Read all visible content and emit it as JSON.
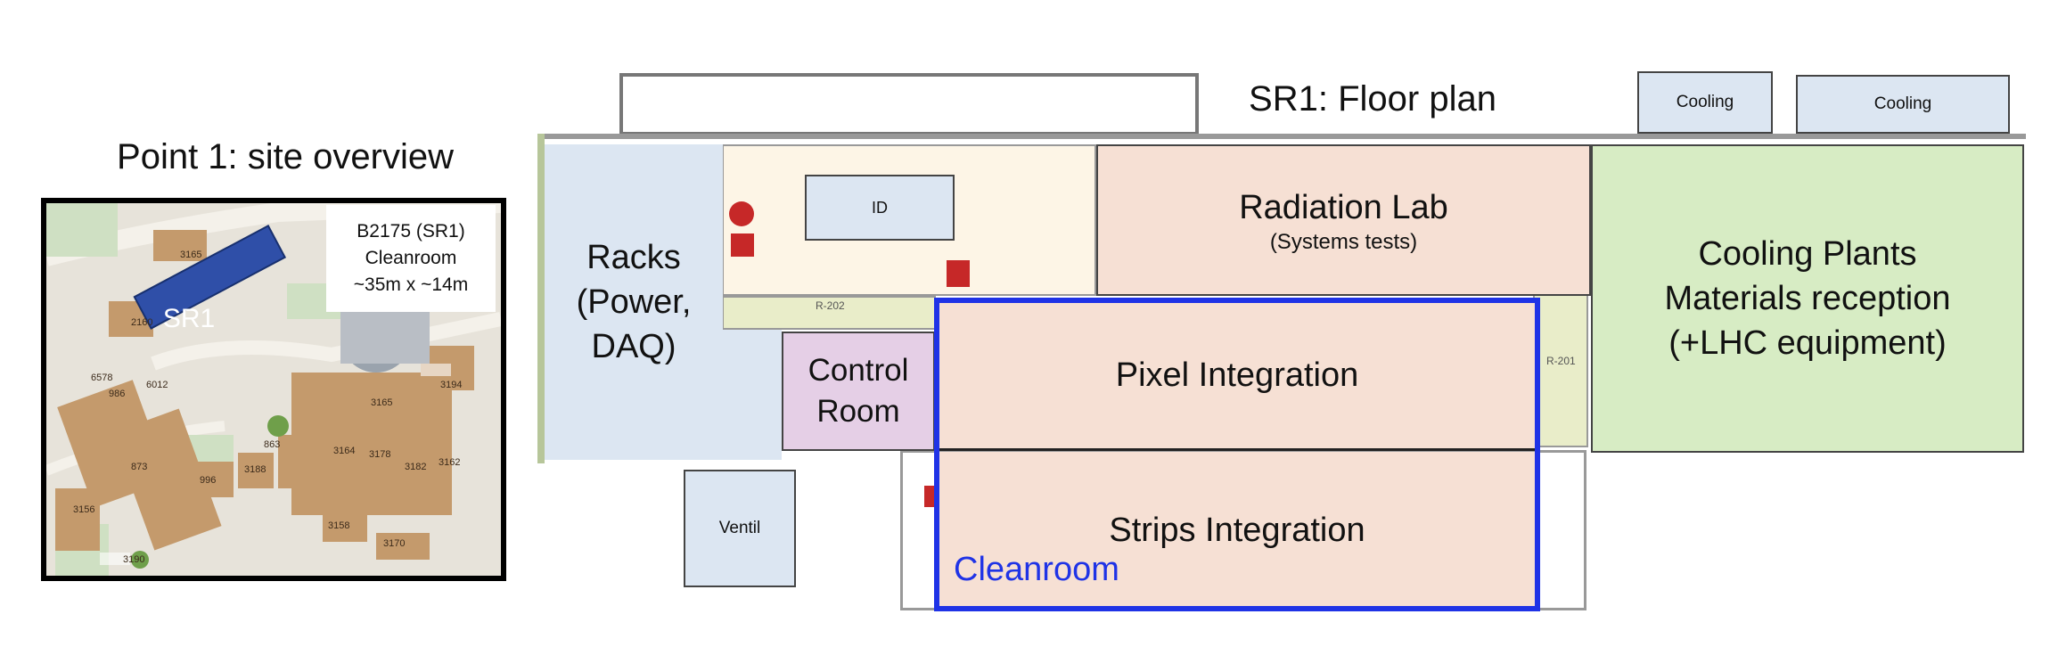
{
  "overview": {
    "title": "Point 1: site overview",
    "info_lines": [
      "B2175 (SR1)",
      "Cleanroom",
      "~35m x ~14m"
    ],
    "sr1_label": "SR1",
    "building_numbers": [
      "3165",
      "2160",
      "6578",
      "986",
      "6012",
      "873",
      "3156",
      "996",
      "3188",
      "863",
      "3165",
      "3164",
      "3178",
      "3182",
      "3162",
      "3194",
      "3158",
      "3170",
      "3190"
    ]
  },
  "floorplan": {
    "title": "SR1: Floor plan",
    "rooms": {
      "racks": [
        "Racks",
        "(Power,",
        "DAQ)"
      ],
      "control": [
        "Control",
        "Room"
      ],
      "radiation": {
        "title": "Radiation Lab",
        "subtitle": "(Systems tests)"
      },
      "cooling_plants": [
        "Cooling Plants",
        "Materials reception",
        "(+LHC equipment)"
      ],
      "pixel": "Pixel Integration",
      "strips": "Strips Integration",
      "cleanroom": "Cleanroom",
      "id": "ID",
      "ventil": "Ventil",
      "cooling_box_1": "Cooling",
      "cooling_box_2": "Cooling",
      "r202": "R-202",
      "r201": "R-201"
    }
  },
  "colors": {
    "racks": "#dce6f2",
    "control": "#e5cfe6",
    "radiation": "#f6e0d4",
    "cooling_plants": "#d7ecc4",
    "integration": "#f6e0d4",
    "cleanroom_border": "#1f33e6",
    "beige": "#fdf5e6",
    "green_tint": "#e9edc9",
    "box_blue": "#dce6f2",
    "sr1_building": "#2f4fa8"
  }
}
